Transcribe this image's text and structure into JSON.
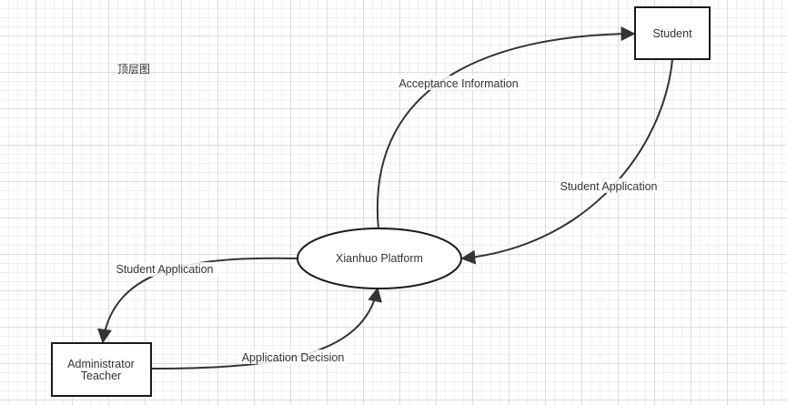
{
  "diagram": {
    "caption": "顶层图",
    "nodes": {
      "platform": "Xianhuo Platform",
      "student": "Student",
      "admin_line1": "Administrator",
      "admin_line2": "Teacher"
    },
    "edges": {
      "acceptance": "Acceptance Information",
      "student_app_right": "Student Application",
      "student_app_left": "Student Application",
      "decision": "Application Decision"
    },
    "colors": {
      "stroke": "#1a1a1a",
      "edge": "#333333",
      "grid": "#dcdcdc"
    }
  }
}
